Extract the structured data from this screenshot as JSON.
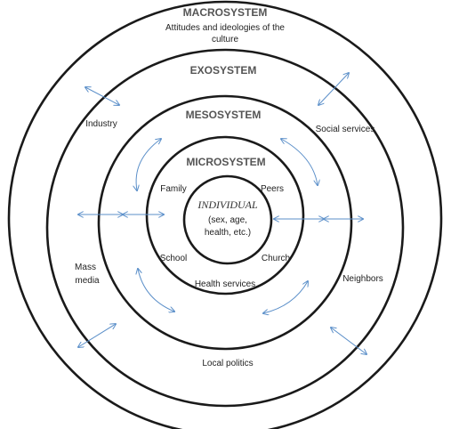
{
  "systems": {
    "macro": "MACROSYSTEM",
    "macro_desc_line1": "Attitudes and ideologies of the",
    "macro_desc_line2": "culture",
    "exo": "EXOSYSTEM",
    "meso": "MESOSYSTEM",
    "micro": "MICROSYSTEM"
  },
  "center": {
    "title": "INDIVIDUAL",
    "line1": "(sex, age,",
    "line2": "health, etc.)"
  },
  "micro_items": {
    "family": "Family",
    "peers": "Peers",
    "school": "School",
    "church": "Church",
    "health": "Health services"
  },
  "exo_items": {
    "industry": "Industry",
    "social": "Social services",
    "mass1": "Mass",
    "mass2": "media",
    "neighbors": "Neighbors",
    "politics": "Local politics"
  },
  "colors": {
    "ring": "#1a1a1a",
    "arrow": "#5b8fc9",
    "heading": "#555555"
  }
}
